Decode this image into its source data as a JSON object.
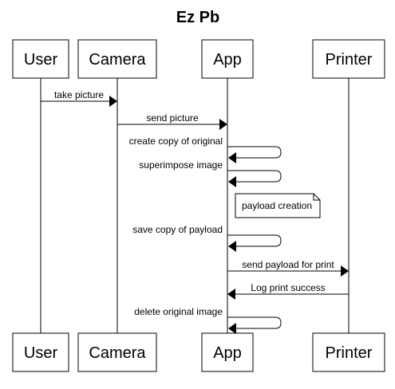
{
  "diagram": {
    "title": "Ez Pb",
    "participants": [
      {
        "id": "user",
        "label": "User"
      },
      {
        "id": "camera",
        "label": "Camera"
      },
      {
        "id": "app",
        "label": "App"
      },
      {
        "id": "printer",
        "label": "Printer"
      }
    ],
    "messages": [
      {
        "from": "user",
        "to": "camera",
        "label": "take picture"
      },
      {
        "from": "camera",
        "to": "app",
        "label": "send picture"
      },
      {
        "from": "app",
        "to": "app",
        "label": "create copy of original"
      },
      {
        "from": "app",
        "to": "app",
        "label": "superimpose image"
      },
      {
        "note_over": "app",
        "label": "payload creation"
      },
      {
        "from": "app",
        "to": "app",
        "label": "save copy of payload"
      },
      {
        "from": "app",
        "to": "printer",
        "label": "send payload for print"
      },
      {
        "from": "printer",
        "to": "app",
        "label": "Log print success"
      },
      {
        "from": "app",
        "to": "app",
        "label": "delete original image"
      }
    ],
    "colors": {
      "stroke": "#000000",
      "background": "#ffffff"
    }
  }
}
